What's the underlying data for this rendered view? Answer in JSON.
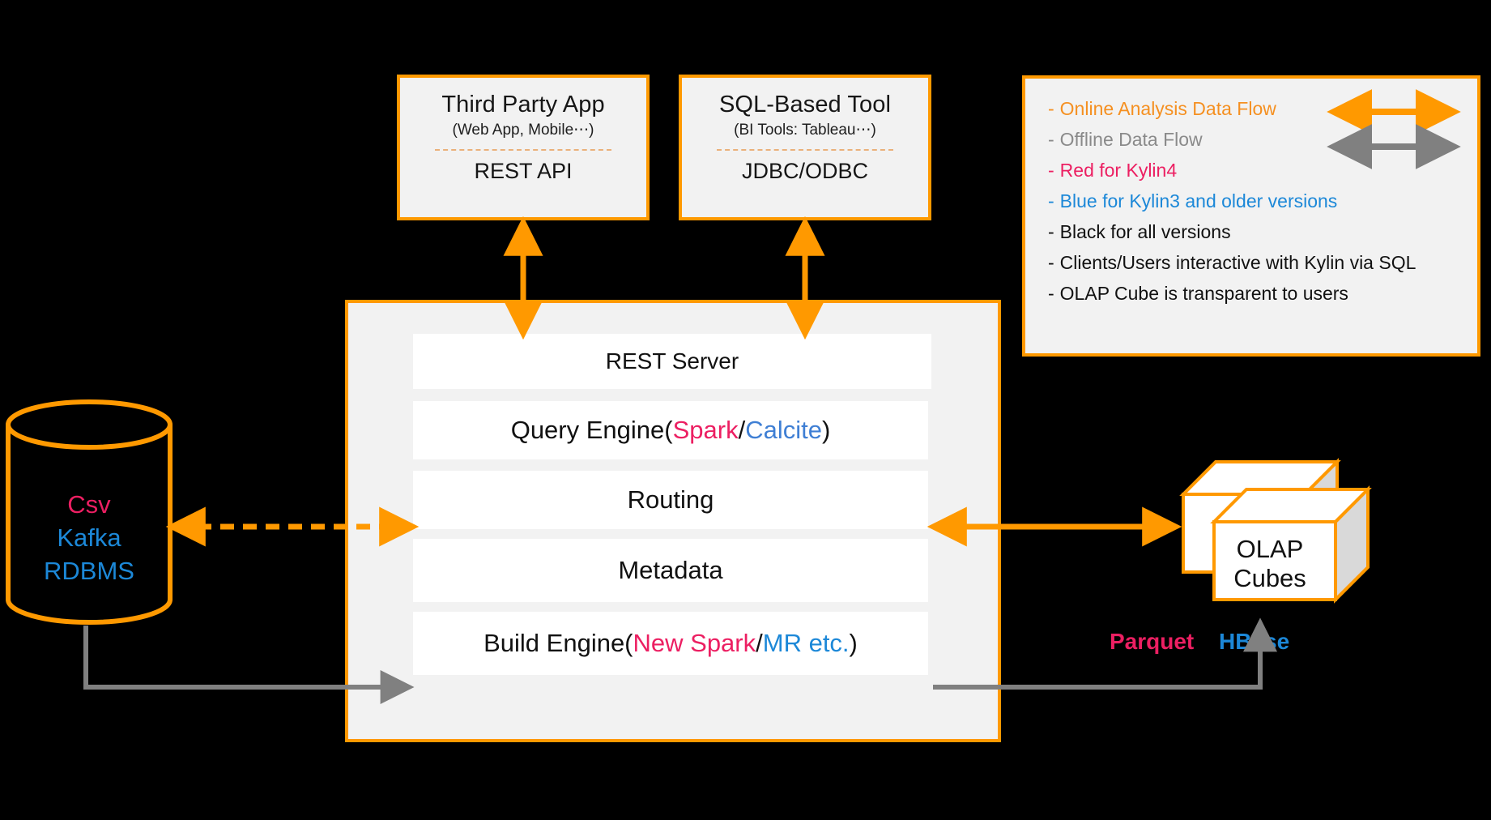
{
  "colors": {
    "orange": "#ff9900",
    "orange_text": "#f59021",
    "grey": "#808080",
    "red": "#ec1f62",
    "blue": "#3f7fd4",
    "blue_alt": "#1c88d8",
    "black": "#111111",
    "panel_bg": "#f2f2f2",
    "layer_bg": "#ffffff",
    "background": "#000000"
  },
  "clients": [
    {
      "title": "Third Party App",
      "subtitle": "(Web App, Mobile⋯)",
      "api": "REST API"
    },
    {
      "title": "SQL-Based Tool",
      "subtitle": "(BI Tools: Tableau⋯)",
      "api": "JDBC/ODBC"
    }
  ],
  "legend": {
    "rows": [
      {
        "dash": "-",
        "label": "Online Analysis Data Flow",
        "color": "#f59021",
        "arrow": "orange-double-arrow"
      },
      {
        "dash": "-",
        "label": "Offline Data Flow",
        "color": "#8a8a8a",
        "arrow": "grey-double-arrow"
      },
      {
        "dash": "-",
        "label": "Red for Kylin4",
        "color": "#ec1f62",
        "arrow": null
      },
      {
        "dash": "-",
        "label": "Blue for Kylin3 and older versions",
        "color": "#1c88d8",
        "arrow": null
      },
      {
        "dash": "-",
        "label": "Black for all versions",
        "color": "#111111",
        "arrow": null
      },
      {
        "dash": "-",
        "label": "Clients/Users interactive with Kylin via SQL",
        "color": "#111111",
        "arrow": null
      },
      {
        "dash": "-",
        "label": "OLAP Cube is transparent to users",
        "color": "#111111",
        "arrow": null
      }
    ]
  },
  "core": {
    "layers": [
      {
        "name": "rest-server",
        "parts": [
          {
            "text": "REST Server",
            "color": "black"
          }
        ]
      },
      {
        "name": "query-engine",
        "parts": [
          {
            "text": "Query Engine(",
            "color": "black"
          },
          {
            "text": "Spark",
            "color": "red"
          },
          {
            "text": "/",
            "color": "black"
          },
          {
            "text": "Calcite",
            "color": "blue"
          },
          {
            "text": ")",
            "color": "black"
          }
        ]
      },
      {
        "name": "routing",
        "parts": [
          {
            "text": "Routing",
            "color": "black"
          }
        ]
      },
      {
        "name": "metadata",
        "parts": [
          {
            "text": "Metadata",
            "color": "black"
          }
        ]
      },
      {
        "name": "build-engine",
        "parts": [
          {
            "text": "Build Engine(",
            "color": "black"
          },
          {
            "text": "New Spark",
            "color": "red"
          },
          {
            "text": "/",
            "color": "black"
          },
          {
            "text": "MR etc.",
            "color": "blue_alt"
          },
          {
            "text": ")",
            "color": "black"
          }
        ]
      }
    ]
  },
  "datasource": {
    "lines": [
      {
        "text": "Csv",
        "color": "#ec1f62"
      },
      {
        "text": "Kafka",
        "color": "#1c88d8"
      },
      {
        "text": "RDBMS",
        "color": "#1c88d8"
      }
    ]
  },
  "storage": {
    "cube_label_line1": "OLAP",
    "cube_label_line2": "Cubes",
    "formats": [
      {
        "text": "Parquet",
        "color": "#ec1f62"
      },
      {
        "text": "HBase",
        "color": "#1c88d8"
      }
    ]
  }
}
